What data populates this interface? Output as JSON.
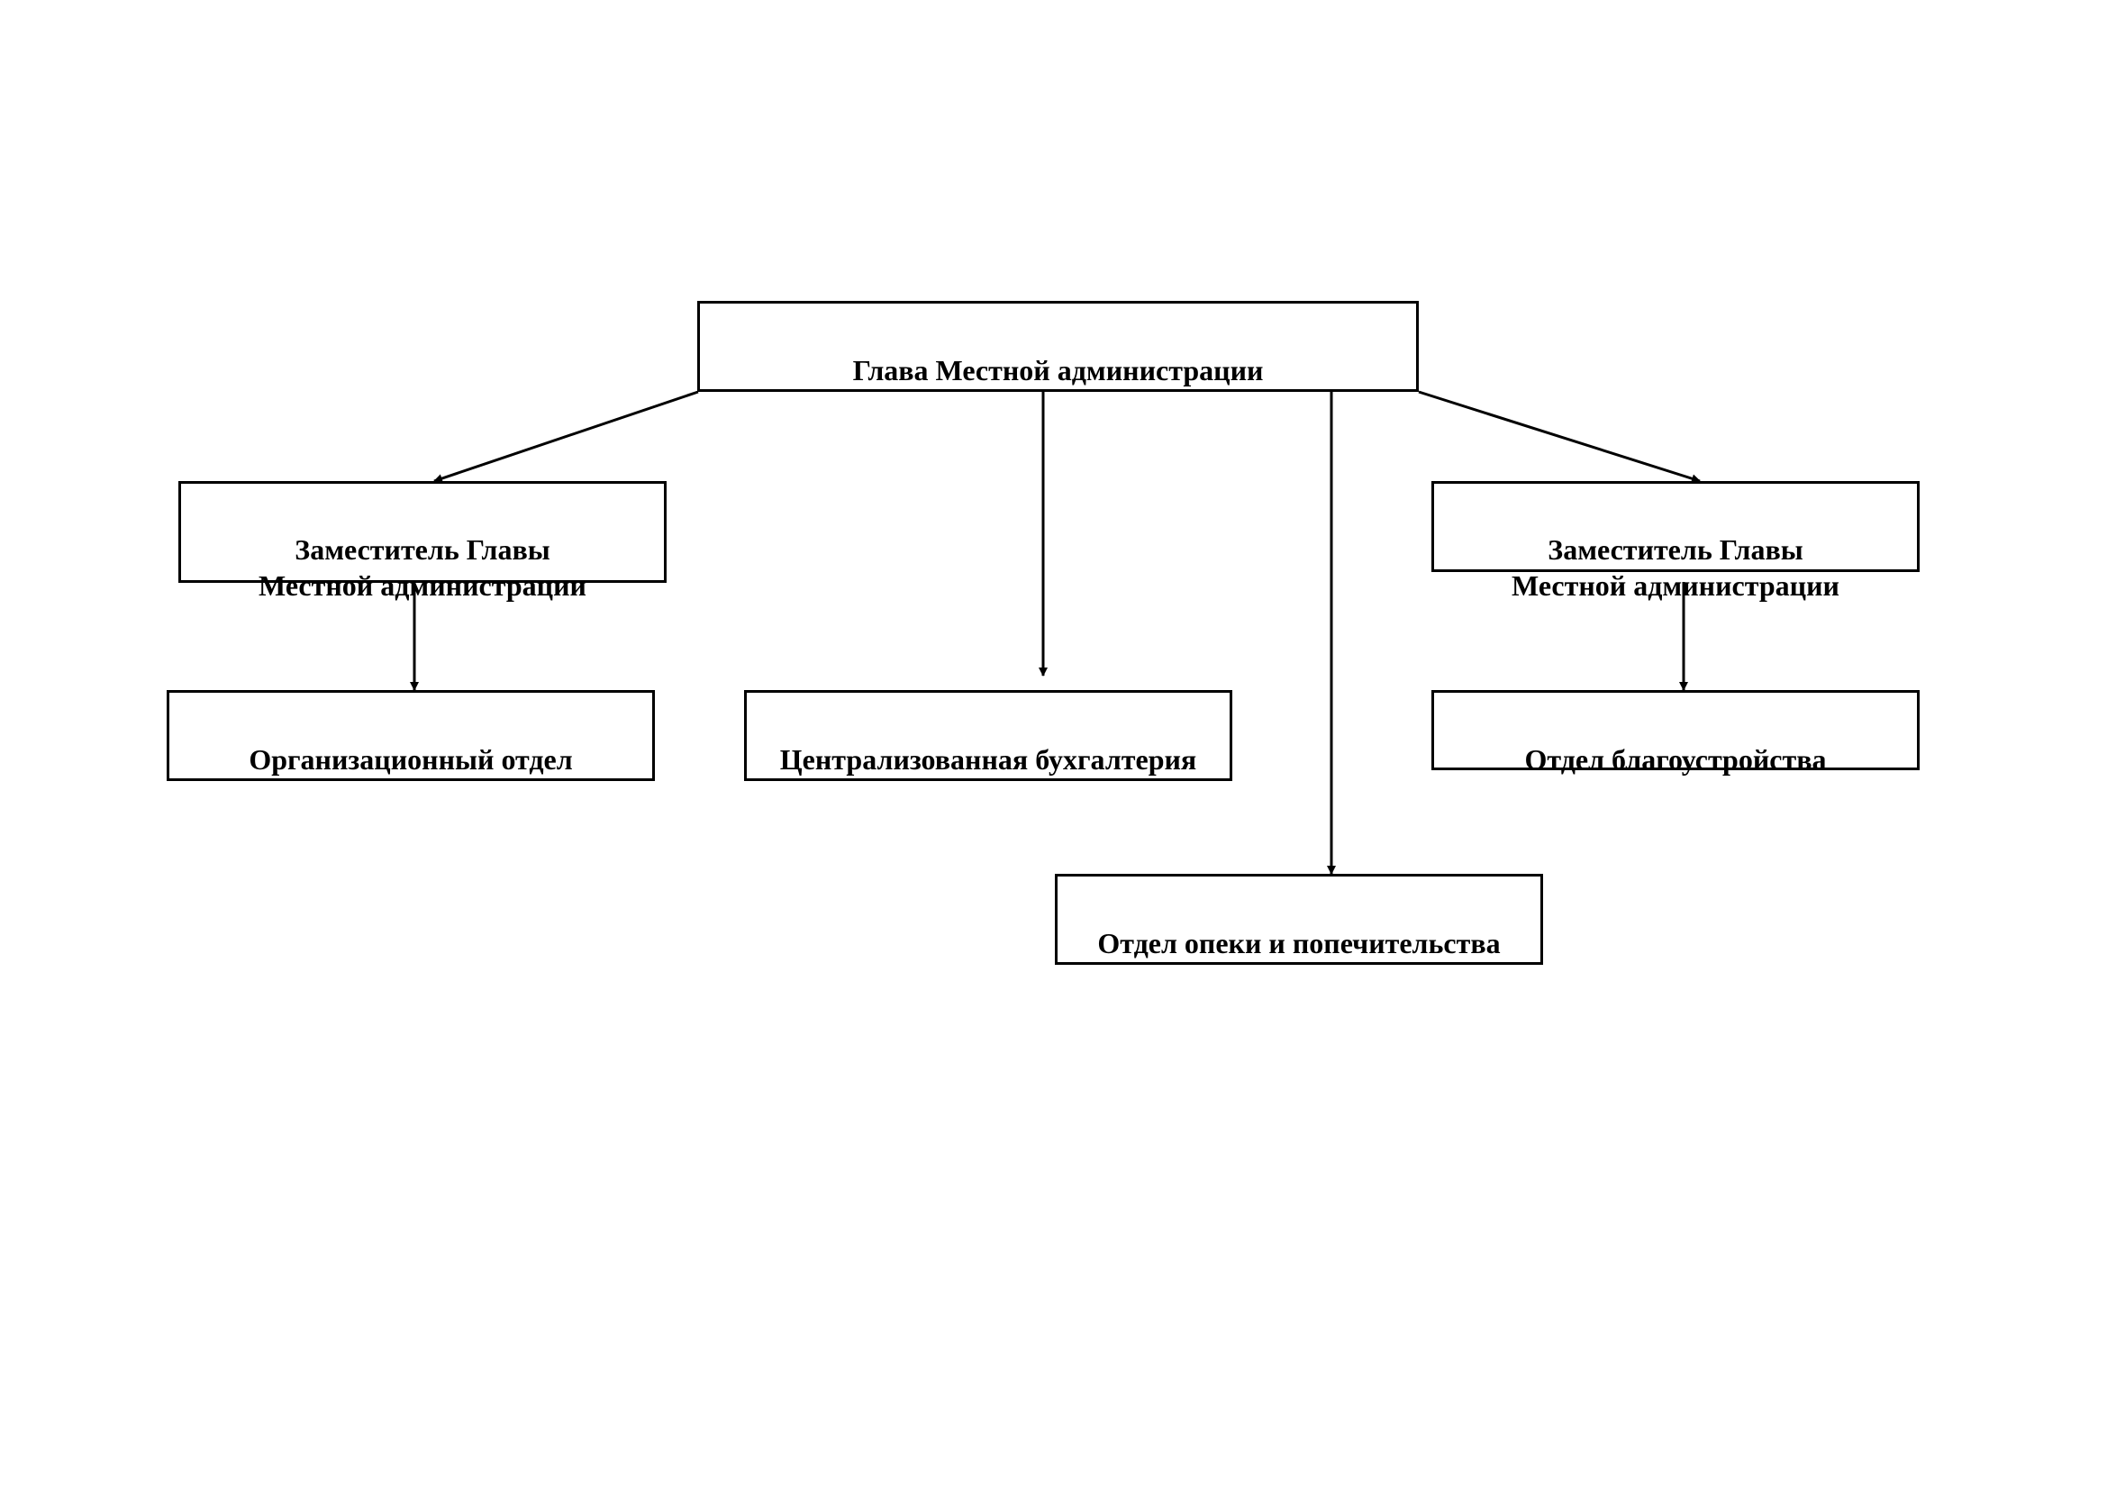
{
  "diagram": {
    "nodes": {
      "head": "Глава Местной администрации",
      "deputy_left": "Заместитель Главы\nМестной администрации",
      "deputy_right": "Заместитель Главы\nМестной администрации",
      "organizational_department": "Организационный отдел",
      "centralized_accounting": "Централизованная бухгалтерия",
      "improvement_department": "Отдел  благоустройства",
      "guardianship_department": "Отдел опеки и попечительства"
    },
    "edges": [
      {
        "from": "head",
        "to": "deputy_left"
      },
      {
        "from": "head",
        "to": "centralized_accounting"
      },
      {
        "from": "head",
        "to": "guardianship_department"
      },
      {
        "from": "head",
        "to": "deputy_right"
      },
      {
        "from": "deputy_left",
        "to": "organizational_department"
      },
      {
        "from": "deputy_right",
        "to": "improvement_department"
      }
    ]
  }
}
